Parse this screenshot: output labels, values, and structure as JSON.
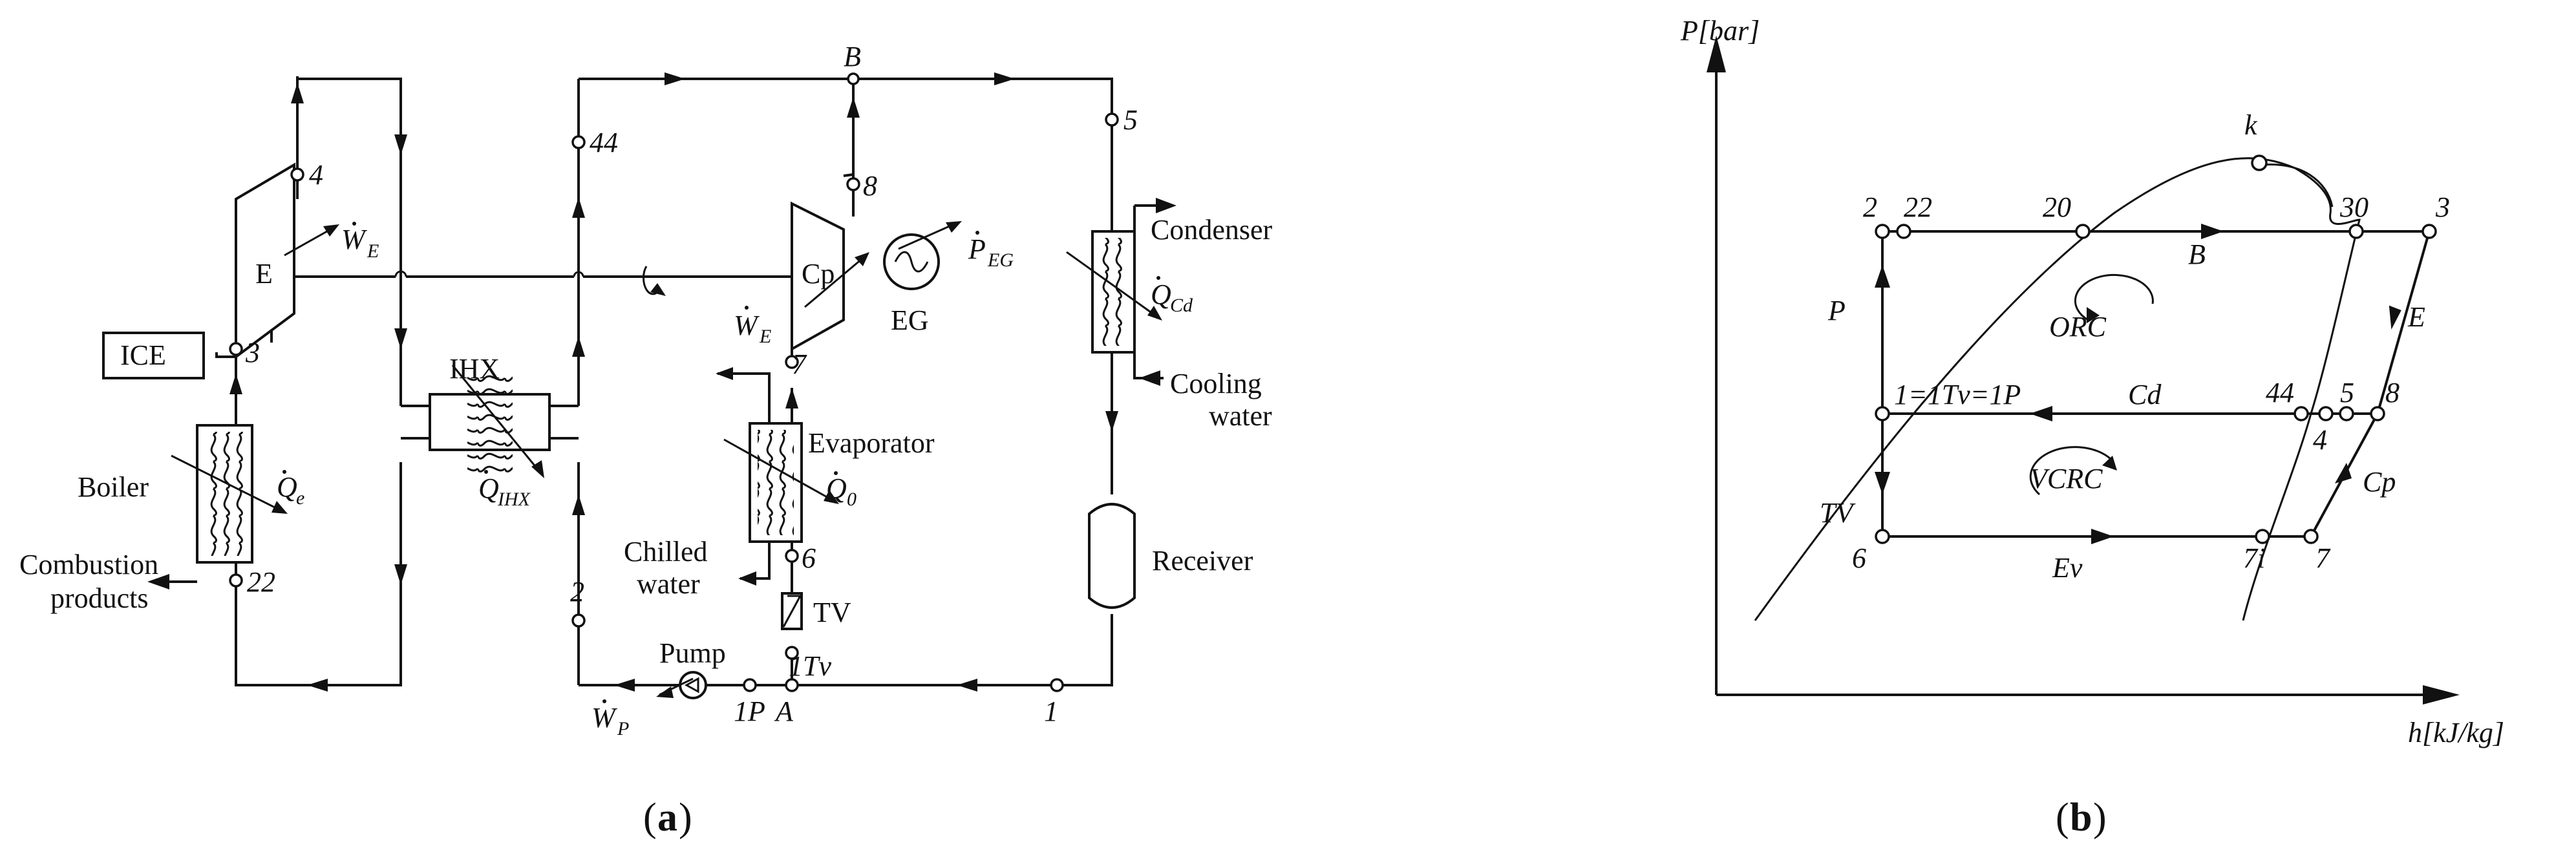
{
  "panel_a": {
    "caption": {
      "open": "(",
      "letter": "a",
      "close": ")"
    },
    "components": {
      "ice": "ICE",
      "expander": "E",
      "compressor": "Cp",
      "ihx": "IHX",
      "eg": "EG",
      "condenser": "Condenser",
      "evaporator": "Evaporator",
      "boiler": "Boiler",
      "receiver": "Receiver",
      "pump": "Pump",
      "tv": "TV"
    },
    "streams": {
      "combustion_line1": "Combustion",
      "combustion_line2": "products",
      "cooling_line1": "Cooling",
      "cooling_line2": "water",
      "chilled_line1": "Chilled",
      "chilled_line2": "water"
    },
    "quantities": {
      "we_top": {
        "main": "W",
        "sub": "E"
      },
      "we_bottom": {
        "main": "W",
        "sub": "E"
      },
      "peg": {
        "main": "P",
        "sub": "EG"
      },
      "qcd": {
        "main": "Q",
        "sub": "Cd"
      },
      "qe": {
        "main": "Q",
        "sub": "e"
      },
      "qihx": {
        "main": "Q",
        "sub": "IHX"
      },
      "q0": {
        "main": "Q",
        "sub": "0"
      },
      "wp": {
        "main": "W",
        "sub": "P"
      }
    },
    "points": {
      "p4": "4",
      "p3": "3",
      "p22": "22",
      "p44": "44",
      "p8": "8",
      "p7": "7",
      "p6": "6",
      "p1tv": "1Tv",
      "p2": "2",
      "p1p": "1P",
      "pA": "A",
      "p1": "1",
      "pB": "B",
      "p5": "5"
    }
  },
  "panel_b": {
    "caption": {
      "open": "(",
      "letter": "b",
      "close": ")"
    },
    "y_axis_label": "P[bar]",
    "x_axis_label": "h[kJ/kg]",
    "labels": {
      "k": "k",
      "p2": "2",
      "p22": "22",
      "p20": "20",
      "B": "B",
      "p30": "30",
      "p3": "3",
      "P": "P",
      "E": "E",
      "ORC": "ORC",
      "p1": "1=1Tv=1P",
      "Cd": "Cd",
      "p44": "44",
      "p5": "5",
      "p8": "8",
      "p4": "4",
      "VCRC": "VCRC",
      "Cp": "Cp",
      "TV": "TV",
      "p6": "6",
      "Ev": "Ev",
      "p7i": "7i",
      "p7": "7"
    }
  }
}
